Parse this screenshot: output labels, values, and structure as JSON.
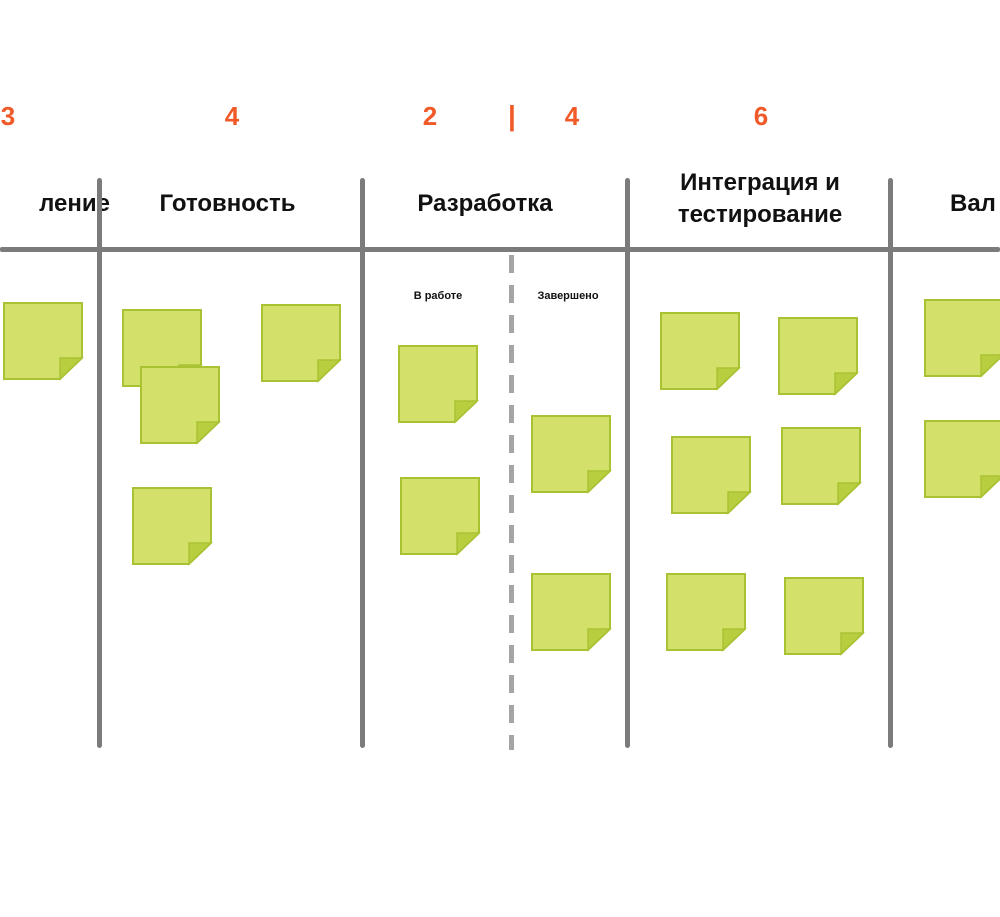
{
  "board": {
    "wip_limits": {
      "col0": "3",
      "col1": "4",
      "col2_in_progress": "2",
      "separator": "|",
      "col2_done": "4",
      "col3": "6"
    },
    "columns": [
      {
        "title": "ление"
      },
      {
        "title": "Готовность"
      },
      {
        "title": "Разработка"
      },
      {
        "title": "Интеграция и",
        "title2": "тестирование"
      },
      {
        "title": "Вал"
      }
    ],
    "sublabels": {
      "in_progress": "В работе",
      "done": "Завершено"
    }
  },
  "colors": {
    "card_fill": "#d3e06a",
    "card_border": "#a9c233",
    "fold": "#b8ce3e",
    "wip": "#f05a28",
    "lines": "#7b7b7c"
  }
}
